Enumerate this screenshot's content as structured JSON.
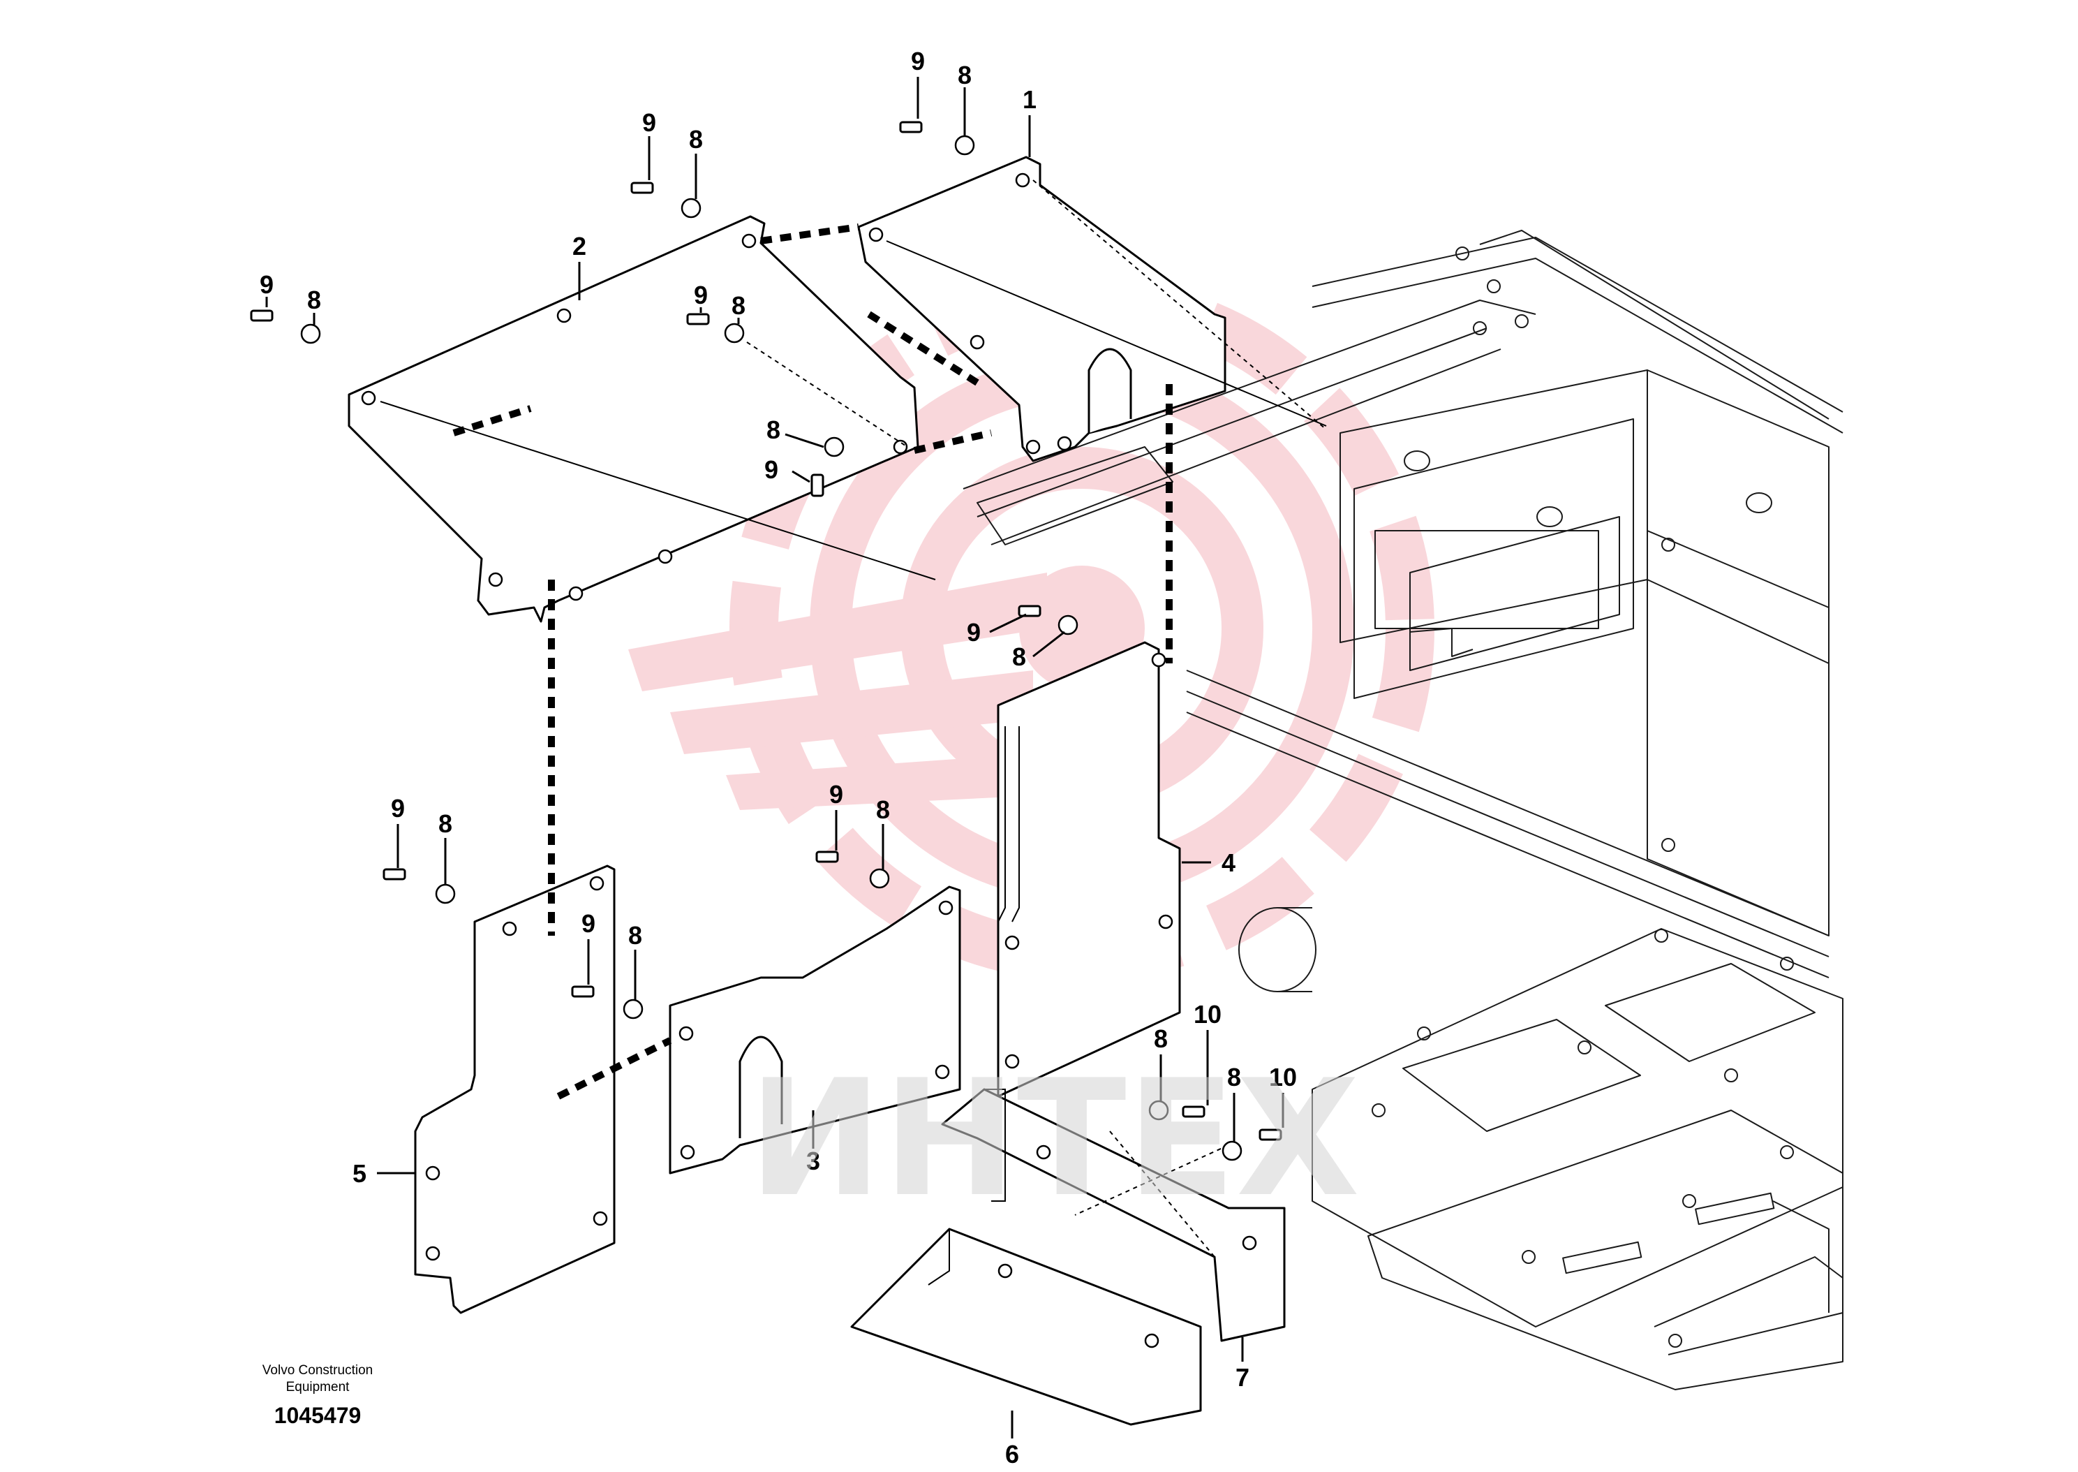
{
  "diagram": {
    "callouts": {
      "part_1": "1",
      "part_2": "2",
      "part_3": "3",
      "part_4": "4",
      "part_5": "5",
      "part_6": "6",
      "part_7": "7",
      "part_8": "8",
      "part_9": "9",
      "part_10": "10"
    },
    "footer": {
      "company_line1": "Volvo Construction",
      "company_line2": "Equipment",
      "drawing_number": "1045479"
    },
    "watermark": {
      "text": "ИНТЕХ",
      "logo_color": "#f4b0b8"
    },
    "line_color": "#000000"
  }
}
